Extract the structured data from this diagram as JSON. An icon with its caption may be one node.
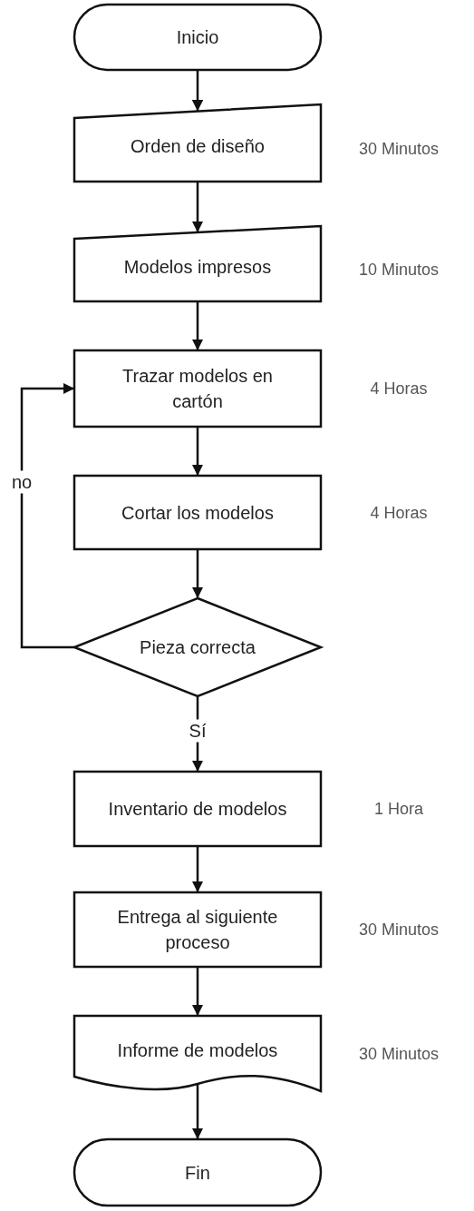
{
  "diagram": {
    "nodes": [
      {
        "text": [
          "Inicio"
        ]
      },
      {
        "text": [
          "Orden de diseño"
        ],
        "beside": [
          "30 Minutos"
        ]
      },
      {
        "text": [
          "Modelos impresos"
        ],
        "beside": [
          "10 Minutos"
        ]
      },
      {
        "text": [
          "Trazar modelos en cartón"
        ],
        "beside": [
          "4 Horas"
        ]
      },
      {
        "text": [
          "Cortar los modelos"
        ],
        "beside": [
          "4 Horas"
        ]
      },
      {
        "text": [
          "Pieza correcta"
        ]
      },
      {
        "text": [
          "Inventario de modelos"
        ],
        "beside": [
          "1 Hora"
        ]
      },
      {
        "text": [
          "Entrega al siguiente proceso"
        ],
        "beside": [
          "30 Minutos"
        ]
      },
      {
        "text": [
          "Informe de modelos"
        ],
        "beside": [
          "30 Minutos"
        ]
      },
      {
        "text": [
          "Fin"
        ]
      }
    ],
    "edges": [
      {
        "from": 0,
        "to": 1,
        "arrow": "to"
      },
      {
        "from": 1,
        "to": 2,
        "arrow": "to"
      },
      {
        "from": 2,
        "to": 3,
        "arrow": "to"
      },
      {
        "from": 3,
        "to": 4,
        "arrow": "to"
      },
      {
        "from": 4,
        "to": 5,
        "arrow": "to"
      },
      {
        "from": 5,
        "to": 3,
        "arrow": "to",
        "label": "no"
      },
      {
        "from": 5,
        "to": 6,
        "arrow": "to",
        "label": "Sí"
      },
      {
        "from": 6,
        "to": 7,
        "arrow": "to"
      },
      {
        "from": 7,
        "to": 8,
        "arrow": "to"
      },
      {
        "from": 8,
        "to": 9,
        "arrow": "to"
      }
    ]
  }
}
